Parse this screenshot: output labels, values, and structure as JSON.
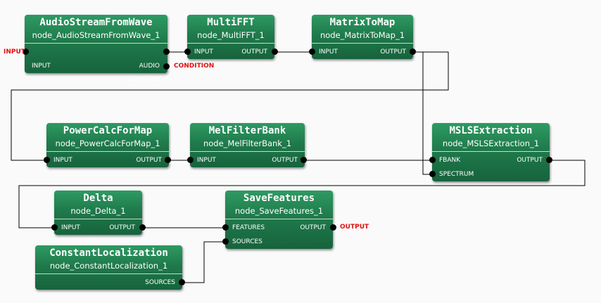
{
  "nodes": {
    "audiostream": {
      "type": "AudioStreamFromWave",
      "name": "node_AudioStreamFromWave_1",
      "inputs": [
        "INPUT"
      ],
      "outputs": [
        "AUDIO",
        "NOT_EOF"
      ]
    },
    "multifft": {
      "type": "MultiFFT",
      "name": "node_MultiFFT_1",
      "inputs": [
        "INPUT"
      ],
      "outputs": [
        "OUTPUT"
      ]
    },
    "matrixtomap": {
      "type": "MatrixToMap",
      "name": "node_MatrixToMap_1",
      "inputs": [
        "INPUT"
      ],
      "outputs": [
        "OUTPUT"
      ]
    },
    "powercalc": {
      "type": "PowerCalcForMap",
      "name": "node_PowerCalcForMap_1",
      "inputs": [
        "INPUT"
      ],
      "outputs": [
        "OUTPUT"
      ]
    },
    "melfilter": {
      "type": "MelFilterBank",
      "name": "node_MelFilterBank_1",
      "inputs": [
        "INPUT"
      ],
      "outputs": [
        "OUTPUT"
      ]
    },
    "msls": {
      "type": "MSLSExtraction",
      "name": "node_MSLSExtraction_1",
      "inputs": [
        "FBANK",
        "SPECTRUM"
      ],
      "outputs": [
        "OUTPUT"
      ]
    },
    "delta": {
      "type": "Delta",
      "name": "node_Delta_1",
      "inputs": [
        "INPUT"
      ],
      "outputs": [
        "OUTPUT"
      ]
    },
    "savefeatures": {
      "type": "SaveFeatures",
      "name": "node_SaveFeatures_1",
      "inputs": [
        "FEATURES",
        "SOURCES"
      ],
      "outputs": [
        "OUTPUT"
      ]
    },
    "constloc": {
      "type": "ConstantLocalization",
      "name": "node_ConstantLocalization_1",
      "inputs": [],
      "outputs": [
        "SOURCES"
      ]
    }
  },
  "external": {
    "input": "INPUT",
    "condition": "CONDITION",
    "output": "OUTPUT"
  },
  "colors": {
    "node": "#1f7a4b",
    "wire": "#000000",
    "external_label": "#e01010"
  }
}
